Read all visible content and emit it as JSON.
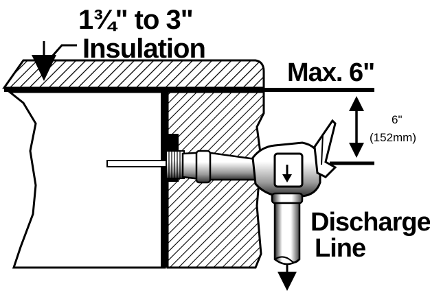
{
  "labels": {
    "insulation_range": "1¾\" to 3\"",
    "insulation": "Insulation",
    "max_distance": "Max. 6\"",
    "dimension_in": "6\"",
    "dimension_mm": "(152mm)",
    "discharge": "Discharge",
    "line": "Line"
  },
  "icons": {
    "insulation_pointer": "arrow-down-icon",
    "dimension": "double-arrow-vertical-icon",
    "discharge_flow": "arrow-down-icon"
  },
  "colors": {
    "ink": "#000000",
    "paper": "#ffffff"
  }
}
